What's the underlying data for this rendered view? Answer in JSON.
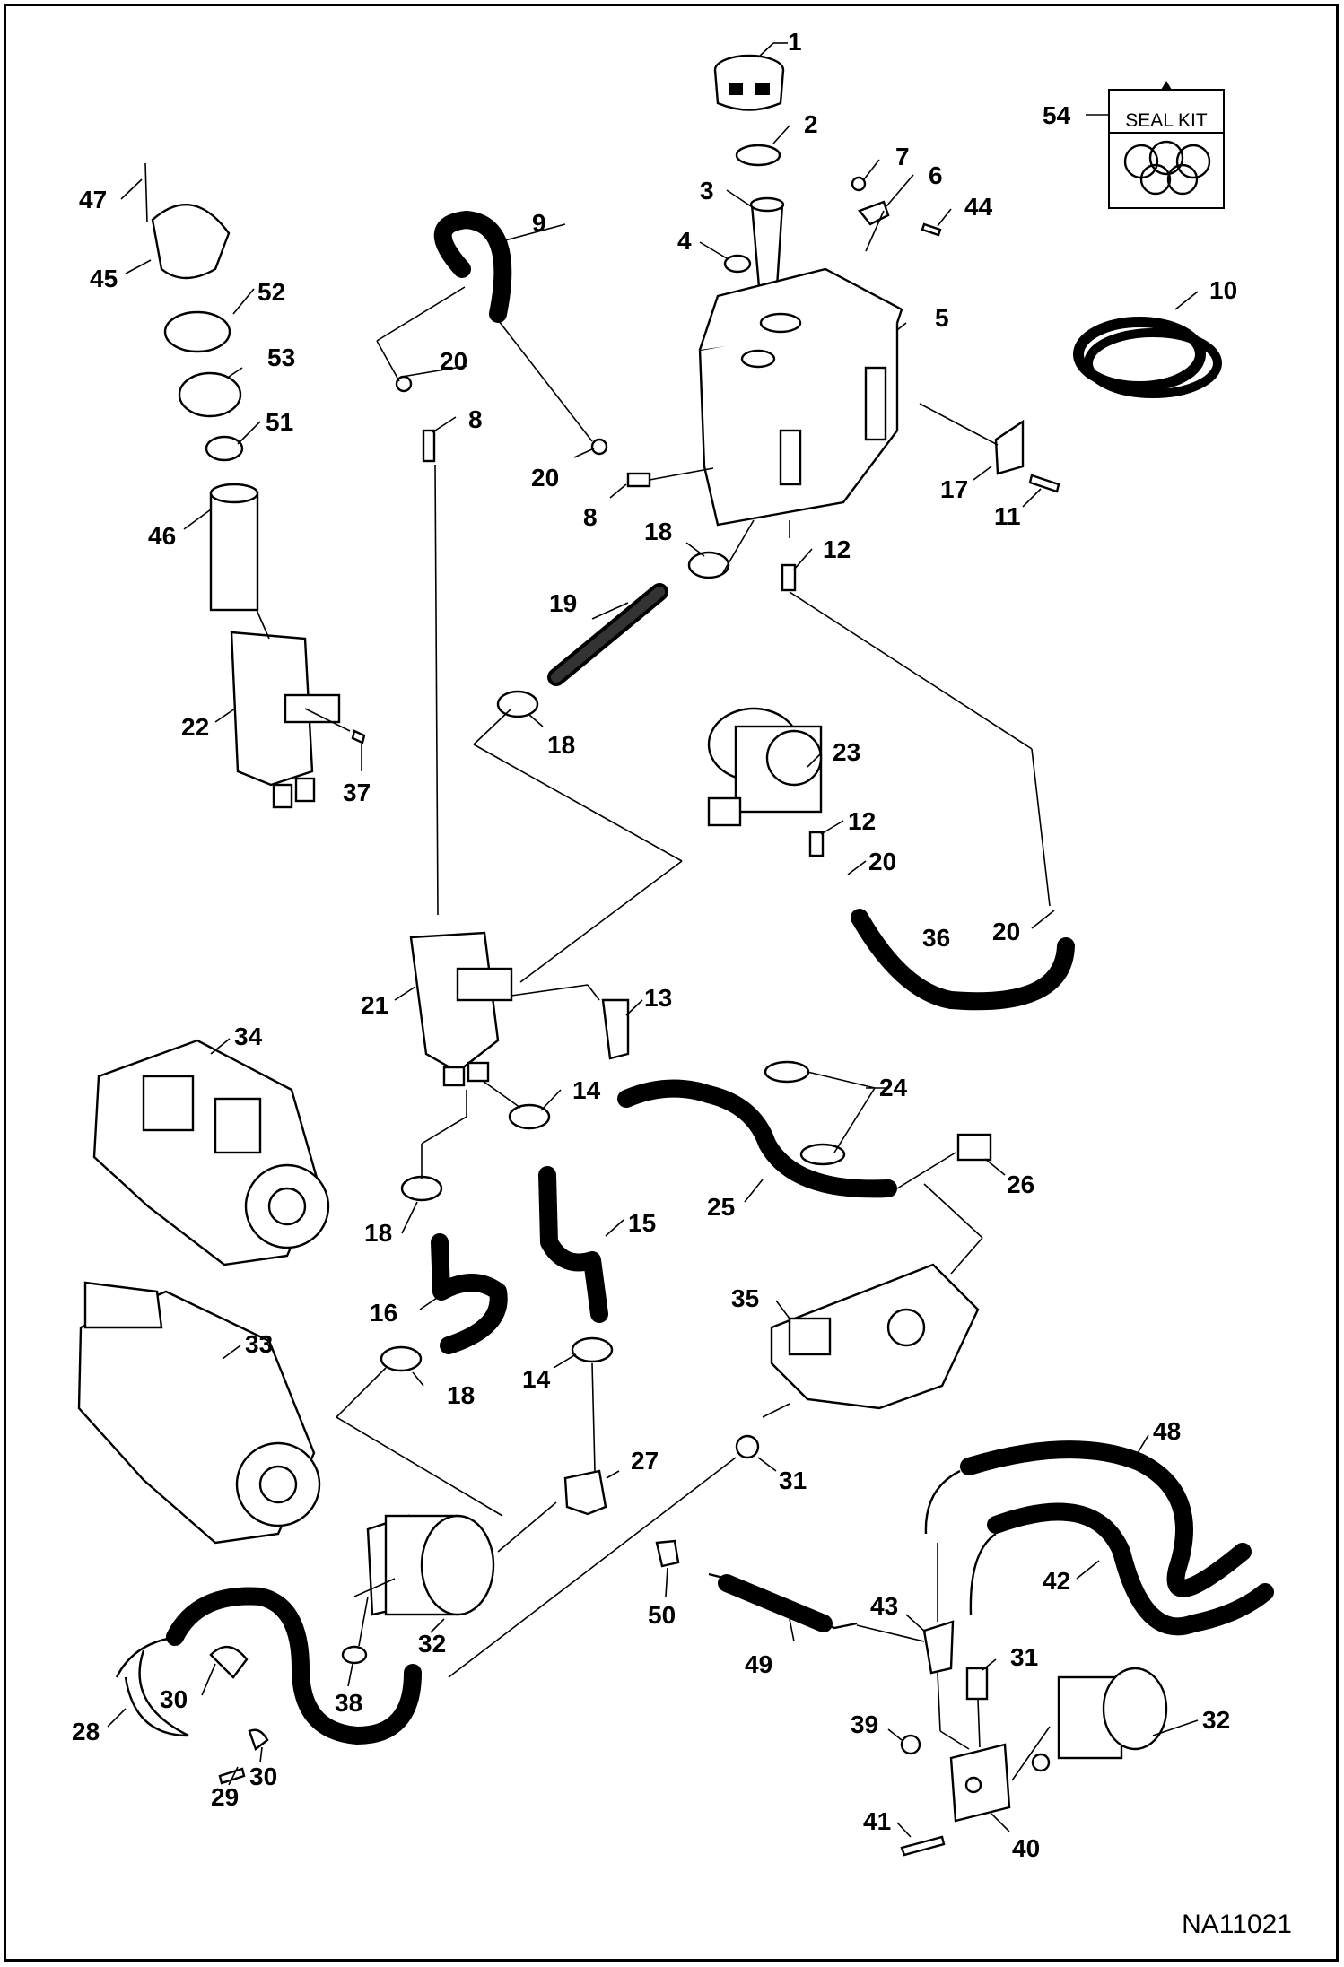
{
  "diagram": {
    "reference_code": "NA11021",
    "seal_kit_label": "SEAL KIT",
    "callouts": {
      "c1": "1",
      "c2": "2",
      "c3": "3",
      "c4": "4",
      "c5": "5",
      "c6": "6",
      "c7": "7",
      "c8a": "8",
      "c8b": "8",
      "c9": "9",
      "c10": "10",
      "c11": "11",
      "c12a": "12",
      "c12b": "12",
      "c13": "13",
      "c14a": "14",
      "c14b": "14",
      "c15": "15",
      "c16": "16",
      "c17": "17",
      "c18a": "18",
      "c18b": "18",
      "c18c": "18",
      "c18d": "18",
      "c19": "19",
      "c20a": "20",
      "c20b": "20",
      "c20c": "20",
      "c20d": "20",
      "c21": "21",
      "c22": "22",
      "c23": "23",
      "c24": "24",
      "c25": "25",
      "c26": "26",
      "c27": "27",
      "c28": "28",
      "c29": "29",
      "c30a": "30",
      "c30b": "30",
      "c31a": "31",
      "c31b": "31",
      "c32a": "32",
      "c32b": "32",
      "c33": "33",
      "c34": "34",
      "c35": "35",
      "c36": "36",
      "c37": "37",
      "c38": "38",
      "c39": "39",
      "c40": "40",
      "c41": "41",
      "c42": "42",
      "c43": "43",
      "c44": "44",
      "c45": "45",
      "c46": "46",
      "c47": "47",
      "c48": "48",
      "c49": "49",
      "c50": "50",
      "c51": "51",
      "c52": "52",
      "c53": "53",
      "c54": "54"
    }
  }
}
